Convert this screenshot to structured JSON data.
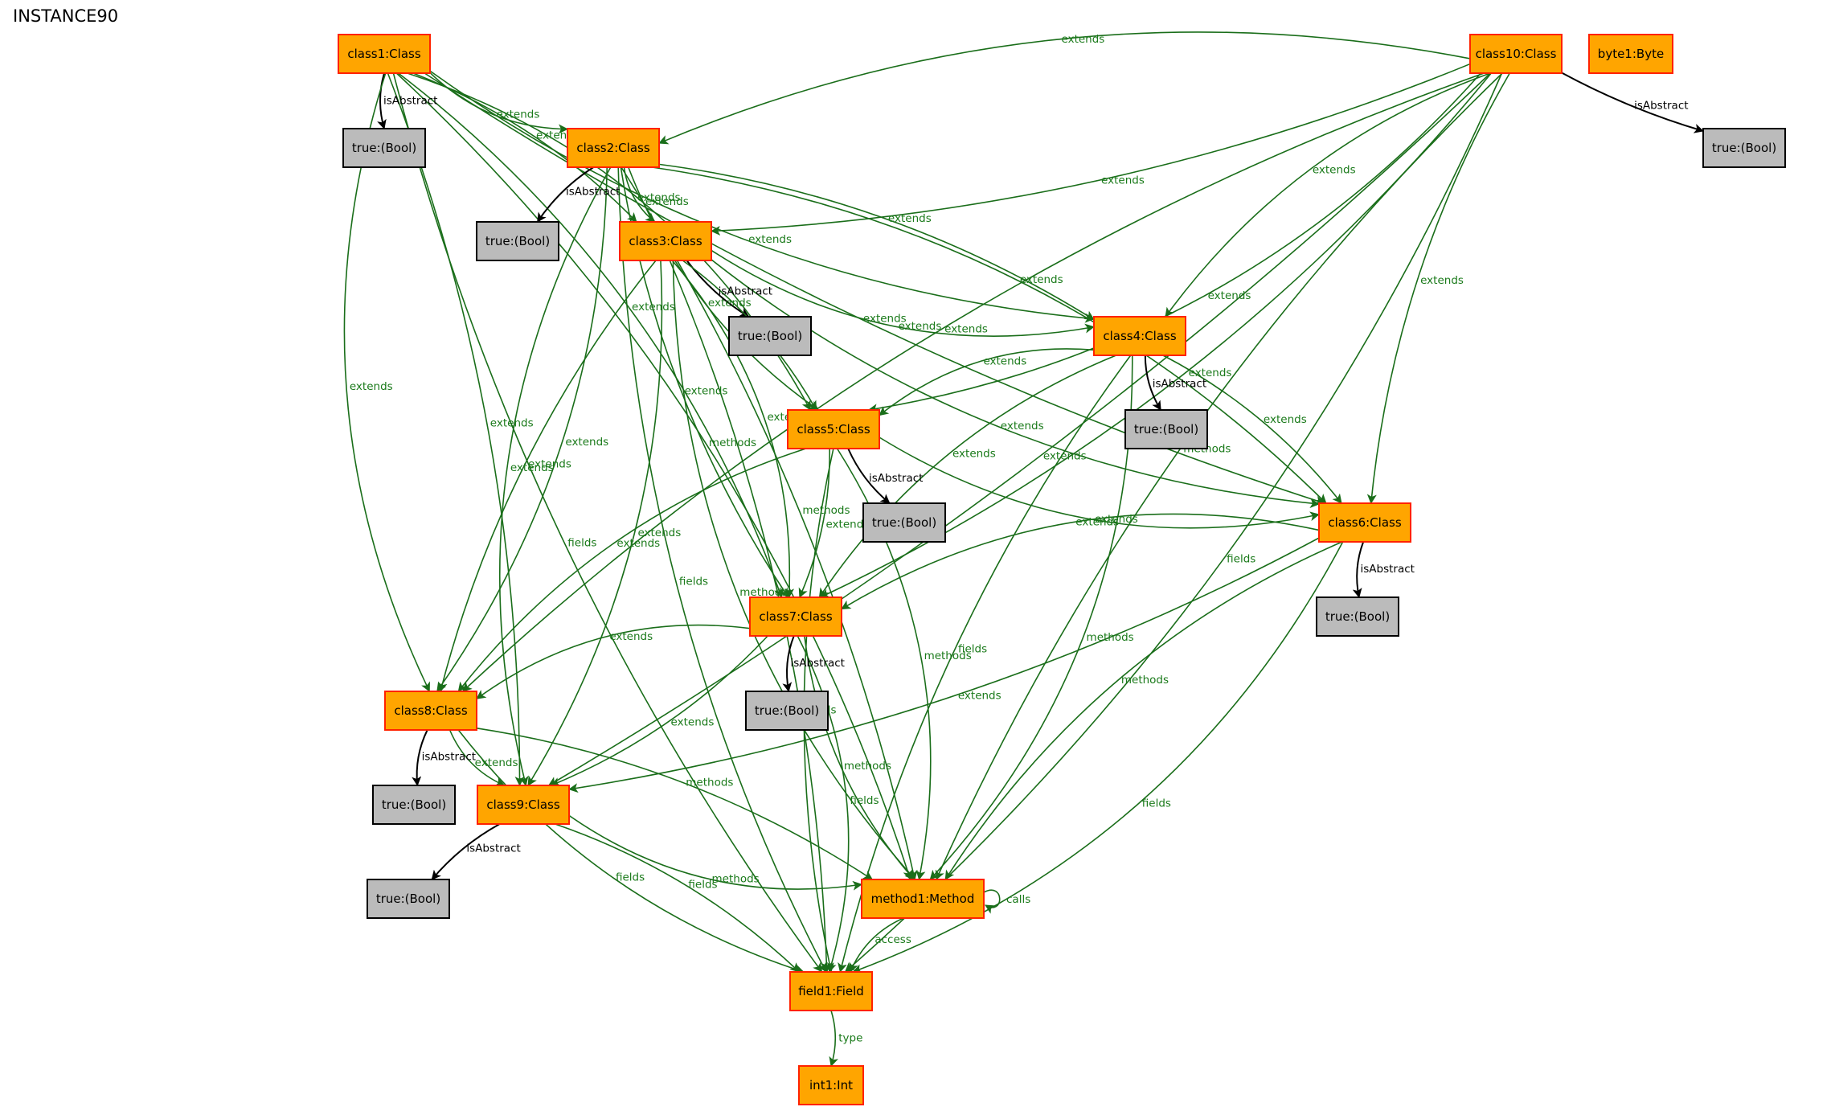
{
  "title": "INSTANCE90",
  "colors": {
    "class_fill": "#FFA500",
    "class_stroke": "#FF2200",
    "bool_fill": "#BBBBBB",
    "bool_stroke": "#000000",
    "green_edge": "#1A6E1A",
    "green_label": "#1A7A1A",
    "black_edge": "#000000"
  },
  "nodes": [
    {
      "id": "class1",
      "label": "class1:Class",
      "kind": "class"
    },
    {
      "id": "class10",
      "label": "class10:Class",
      "kind": "class"
    },
    {
      "id": "byte1",
      "label": "byte1:Byte",
      "kind": "class"
    },
    {
      "id": "class2",
      "label": "class2:Class",
      "kind": "class"
    },
    {
      "id": "class3",
      "label": "class3:Class",
      "kind": "class"
    },
    {
      "id": "class4",
      "label": "class4:Class",
      "kind": "class"
    },
    {
      "id": "class5",
      "label": "class5:Class",
      "kind": "class"
    },
    {
      "id": "class6",
      "label": "class6:Class",
      "kind": "class"
    },
    {
      "id": "class7",
      "label": "class7:Class",
      "kind": "class"
    },
    {
      "id": "class8",
      "label": "class8:Class",
      "kind": "class"
    },
    {
      "id": "class9",
      "label": "class9:Class",
      "kind": "class"
    },
    {
      "id": "method1",
      "label": "method1:Method",
      "kind": "class"
    },
    {
      "id": "field1",
      "label": "field1:Field",
      "kind": "class"
    },
    {
      "id": "int1",
      "label": "int1:Int",
      "kind": "class"
    },
    {
      "id": "b1",
      "label": "true:(Bool)",
      "kind": "bool"
    },
    {
      "id": "b10",
      "label": "true:(Bool)",
      "kind": "bool"
    },
    {
      "id": "b2",
      "label": "true:(Bool)",
      "kind": "bool"
    },
    {
      "id": "b3",
      "label": "true:(Bool)",
      "kind": "bool"
    },
    {
      "id": "b4",
      "label": "true:(Bool)",
      "kind": "bool"
    },
    {
      "id": "b5",
      "label": "true:(Bool)",
      "kind": "bool"
    },
    {
      "id": "b6",
      "label": "true:(Bool)",
      "kind": "bool"
    },
    {
      "id": "b7",
      "label": "true:(Bool)",
      "kind": "bool"
    },
    {
      "id": "b8",
      "label": "true:(Bool)",
      "kind": "bool"
    },
    {
      "id": "b9",
      "label": "true:(Bool)",
      "kind": "bool"
    }
  ],
  "edges": [
    {
      "from": "class1",
      "to": "b1",
      "label": "isAbstract",
      "kind": "attr"
    },
    {
      "from": "class1",
      "to": "class2",
      "label": "extends",
      "kind": "rel"
    },
    {
      "from": "class1",
      "to": "class3",
      "label": "extends",
      "kind": "rel"
    },
    {
      "from": "class1",
      "to": "class4",
      "label": "extends",
      "kind": "rel"
    },
    {
      "from": "class1",
      "to": "class5",
      "label": "extends",
      "kind": "rel"
    },
    {
      "from": "class1",
      "to": "class6",
      "label": "extends",
      "kind": "rel"
    },
    {
      "from": "class1",
      "to": "class7",
      "label": "extends",
      "kind": "rel"
    },
    {
      "from": "class1",
      "to": "class8",
      "label": "extends",
      "kind": "rel"
    },
    {
      "from": "class1",
      "to": "class9",
      "label": "extends",
      "kind": "rel"
    },
    {
      "from": "class1",
      "to": "field1",
      "label": "fields",
      "kind": "rel"
    },
    {
      "from": "class1",
      "to": "method1",
      "label": "methods",
      "kind": "rel"
    },
    {
      "from": "class10",
      "to": "b10",
      "label": "isAbstract",
      "kind": "attr"
    },
    {
      "from": "class10",
      "to": "class2",
      "label": "extends",
      "kind": "rel"
    },
    {
      "from": "class10",
      "to": "class3",
      "label": "extends",
      "kind": "rel"
    },
    {
      "from": "class10",
      "to": "class4",
      "label": "extends",
      "kind": "rel"
    },
    {
      "from": "class10",
      "to": "class5",
      "label": "extends",
      "kind": "rel"
    },
    {
      "from": "class10",
      "to": "class6",
      "label": "extends",
      "kind": "rel"
    },
    {
      "from": "class10",
      "to": "class7",
      "label": "extends",
      "kind": "rel"
    },
    {
      "from": "class10",
      "to": "class8",
      "label": "extends",
      "kind": "rel"
    },
    {
      "from": "class10",
      "to": "class9",
      "label": "extends",
      "kind": "rel"
    },
    {
      "from": "class10",
      "to": "method1",
      "label": "methods",
      "kind": "rel"
    },
    {
      "from": "class10",
      "to": "field1",
      "label": "fields",
      "kind": "rel"
    },
    {
      "from": "class2",
      "to": "b2",
      "label": "isAbstract",
      "kind": "attr"
    },
    {
      "from": "class2",
      "to": "class3",
      "label": "extends",
      "kind": "rel"
    },
    {
      "from": "class2",
      "to": "class4",
      "label": "extends",
      "kind": "rel"
    },
    {
      "from": "class2",
      "to": "class5",
      "label": "extends",
      "kind": "rel"
    },
    {
      "from": "class2",
      "to": "class6",
      "label": "extends",
      "kind": "rel"
    },
    {
      "from": "class2",
      "to": "class7",
      "label": "extends",
      "kind": "rel"
    },
    {
      "from": "class2",
      "to": "class8",
      "label": "extends",
      "kind": "rel"
    },
    {
      "from": "class2",
      "to": "class9",
      "label": "extends",
      "kind": "rel"
    },
    {
      "from": "class2",
      "to": "method1",
      "label": "methods",
      "kind": "rel"
    },
    {
      "from": "class2",
      "to": "field1",
      "label": "fields",
      "kind": "rel"
    },
    {
      "from": "class3",
      "to": "b3",
      "label": "isAbstract",
      "kind": "attr"
    },
    {
      "from": "class3",
      "to": "class4",
      "label": "extends",
      "kind": "rel"
    },
    {
      "from": "class3",
      "to": "class5",
      "label": "extends",
      "kind": "rel"
    },
    {
      "from": "class3",
      "to": "class6",
      "label": "extends",
      "kind": "rel"
    },
    {
      "from": "class3",
      "to": "class7",
      "label": "extends",
      "kind": "rel"
    },
    {
      "from": "class3",
      "to": "class8",
      "label": "extends",
      "kind": "rel"
    },
    {
      "from": "class3",
      "to": "class9",
      "label": "extends",
      "kind": "rel"
    },
    {
      "from": "class3",
      "to": "method1",
      "label": "methods",
      "kind": "rel"
    },
    {
      "from": "class3",
      "to": "field1",
      "label": "fields",
      "kind": "rel"
    },
    {
      "from": "class4",
      "to": "b4",
      "label": "isAbstract",
      "kind": "attr"
    },
    {
      "from": "class4",
      "to": "class5",
      "label": "extends",
      "kind": "rel"
    },
    {
      "from": "class4",
      "to": "class6",
      "label": "extends",
      "kind": "rel"
    },
    {
      "from": "class4",
      "to": "class7",
      "label": "extends",
      "kind": "rel"
    },
    {
      "from": "class4",
      "to": "method1",
      "label": "methods",
      "kind": "rel"
    },
    {
      "from": "class4",
      "to": "field1",
      "label": "fields",
      "kind": "rel"
    },
    {
      "from": "class5",
      "to": "b5",
      "label": "isAbstract",
      "kind": "attr"
    },
    {
      "from": "class5",
      "to": "class6",
      "label": "extends",
      "kind": "rel"
    },
    {
      "from": "class5",
      "to": "class7",
      "label": "extends",
      "kind": "rel"
    },
    {
      "from": "class5",
      "to": "class8",
      "label": "extends",
      "kind": "rel"
    },
    {
      "from": "class5",
      "to": "method1",
      "label": "methods",
      "kind": "rel"
    },
    {
      "from": "class5",
      "to": "field1",
      "label": "fields",
      "kind": "rel"
    },
    {
      "from": "class6",
      "to": "b6",
      "label": "isAbstract",
      "kind": "attr"
    },
    {
      "from": "class6",
      "to": "class7",
      "label": "extends",
      "kind": "rel"
    },
    {
      "from": "class6",
      "to": "class9",
      "label": "extends",
      "kind": "rel"
    },
    {
      "from": "class6",
      "to": "method1",
      "label": "methods",
      "kind": "rel"
    },
    {
      "from": "class6",
      "to": "field1",
      "label": "fields",
      "kind": "rel"
    },
    {
      "from": "class7",
      "to": "b7",
      "label": "isAbstract",
      "kind": "attr"
    },
    {
      "from": "class7",
      "to": "class8",
      "label": "extends",
      "kind": "rel"
    },
    {
      "from": "class7",
      "to": "class9",
      "label": "extends",
      "kind": "rel"
    },
    {
      "from": "class7",
      "to": "method1",
      "label": "methods",
      "kind": "rel"
    },
    {
      "from": "class7",
      "to": "field1",
      "label": "fields",
      "kind": "rel"
    },
    {
      "from": "class8",
      "to": "b8",
      "label": "isAbstract",
      "kind": "attr"
    },
    {
      "from": "class8",
      "to": "class9",
      "label": "extends",
      "kind": "rel"
    },
    {
      "from": "class8",
      "to": "method1",
      "label": "methods",
      "kind": "rel"
    },
    {
      "from": "class8",
      "to": "field1",
      "label": "fields",
      "kind": "rel"
    },
    {
      "from": "class9",
      "to": "b9",
      "label": "isAbstract",
      "kind": "attr"
    },
    {
      "from": "class9",
      "to": "method1",
      "label": "methods",
      "kind": "rel"
    },
    {
      "from": "class9",
      "to": "field1",
      "label": "fields",
      "kind": "rel"
    },
    {
      "from": "method1",
      "to": "method1",
      "label": "calls",
      "kind": "rel"
    },
    {
      "from": "method1",
      "to": "field1",
      "label": "access",
      "kind": "rel"
    },
    {
      "from": "field1",
      "to": "int1",
      "label": "type",
      "kind": "rel"
    }
  ]
}
